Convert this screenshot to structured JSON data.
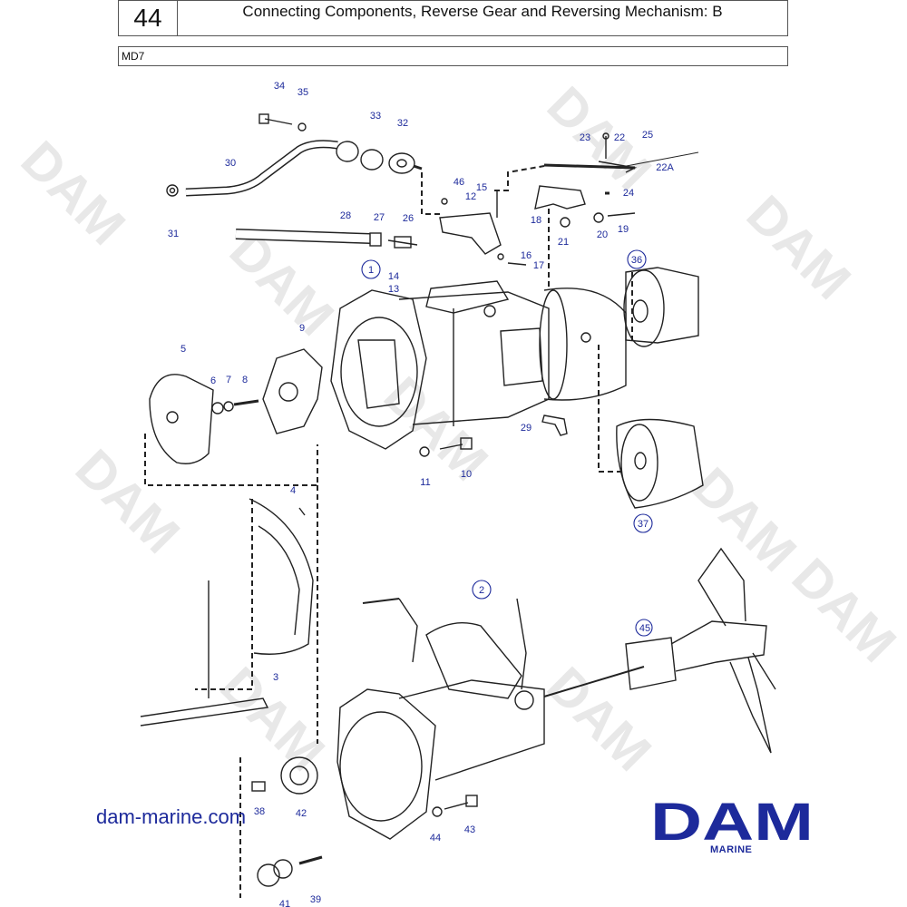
{
  "header": {
    "page_number": "44",
    "title": "Connecting Components, Reverse Gear and Reversing Mechanism: B",
    "model": "MD7"
  },
  "footer": {
    "site": "dam-marine.com",
    "logo_text": "DAM",
    "logo_subtext": "MARINE"
  },
  "watermark": "DAM",
  "colors": {
    "brand": "#1d2a9b",
    "line": "#222222",
    "watermark": "#e8e8e8"
  },
  "callouts": [
    {
      "id": "34",
      "label": "34"
    },
    {
      "id": "35",
      "label": "35"
    },
    {
      "id": "33",
      "label": "33"
    },
    {
      "id": "32",
      "label": "32"
    },
    {
      "id": "30",
      "label": "30"
    },
    {
      "id": "31",
      "label": "31"
    },
    {
      "id": "28",
      "label": "28"
    },
    {
      "id": "27",
      "label": "27"
    },
    {
      "id": "26",
      "label": "26"
    },
    {
      "id": "46",
      "label": "46"
    },
    {
      "id": "12",
      "label": "12"
    },
    {
      "id": "15",
      "label": "15"
    },
    {
      "id": "23",
      "label": "23"
    },
    {
      "id": "22",
      "label": "22"
    },
    {
      "id": "25",
      "label": "25"
    },
    {
      "id": "22A",
      "label": "22A"
    },
    {
      "id": "24",
      "label": "24"
    },
    {
      "id": "18",
      "label": "18"
    },
    {
      "id": "21",
      "label": "21"
    },
    {
      "id": "20",
      "label": "20"
    },
    {
      "id": "19",
      "label": "19"
    },
    {
      "id": "16",
      "label": "16"
    },
    {
      "id": "17",
      "label": "17"
    },
    {
      "id": "14",
      "label": "14"
    },
    {
      "id": "13",
      "label": "13"
    },
    {
      "id": "1",
      "label": "1"
    },
    {
      "id": "36",
      "label": "36"
    },
    {
      "id": "9",
      "label": "9"
    },
    {
      "id": "5",
      "label": "5"
    },
    {
      "id": "6",
      "label": "6"
    },
    {
      "id": "7",
      "label": "7"
    },
    {
      "id": "8",
      "label": "8"
    },
    {
      "id": "29",
      "label": "29"
    },
    {
      "id": "11",
      "label": "11"
    },
    {
      "id": "10",
      "label": "10"
    },
    {
      "id": "4",
      "label": "4"
    },
    {
      "id": "37",
      "label": "37"
    },
    {
      "id": "2",
      "label": "2"
    },
    {
      "id": "45",
      "label": "45"
    },
    {
      "id": "3",
      "label": "3"
    },
    {
      "id": "38",
      "label": "38"
    },
    {
      "id": "42",
      "label": "42"
    },
    {
      "id": "44",
      "label": "44"
    },
    {
      "id": "43",
      "label": "43"
    },
    {
      "id": "41",
      "label": "41"
    },
    {
      "id": "39",
      "label": "39"
    }
  ]
}
